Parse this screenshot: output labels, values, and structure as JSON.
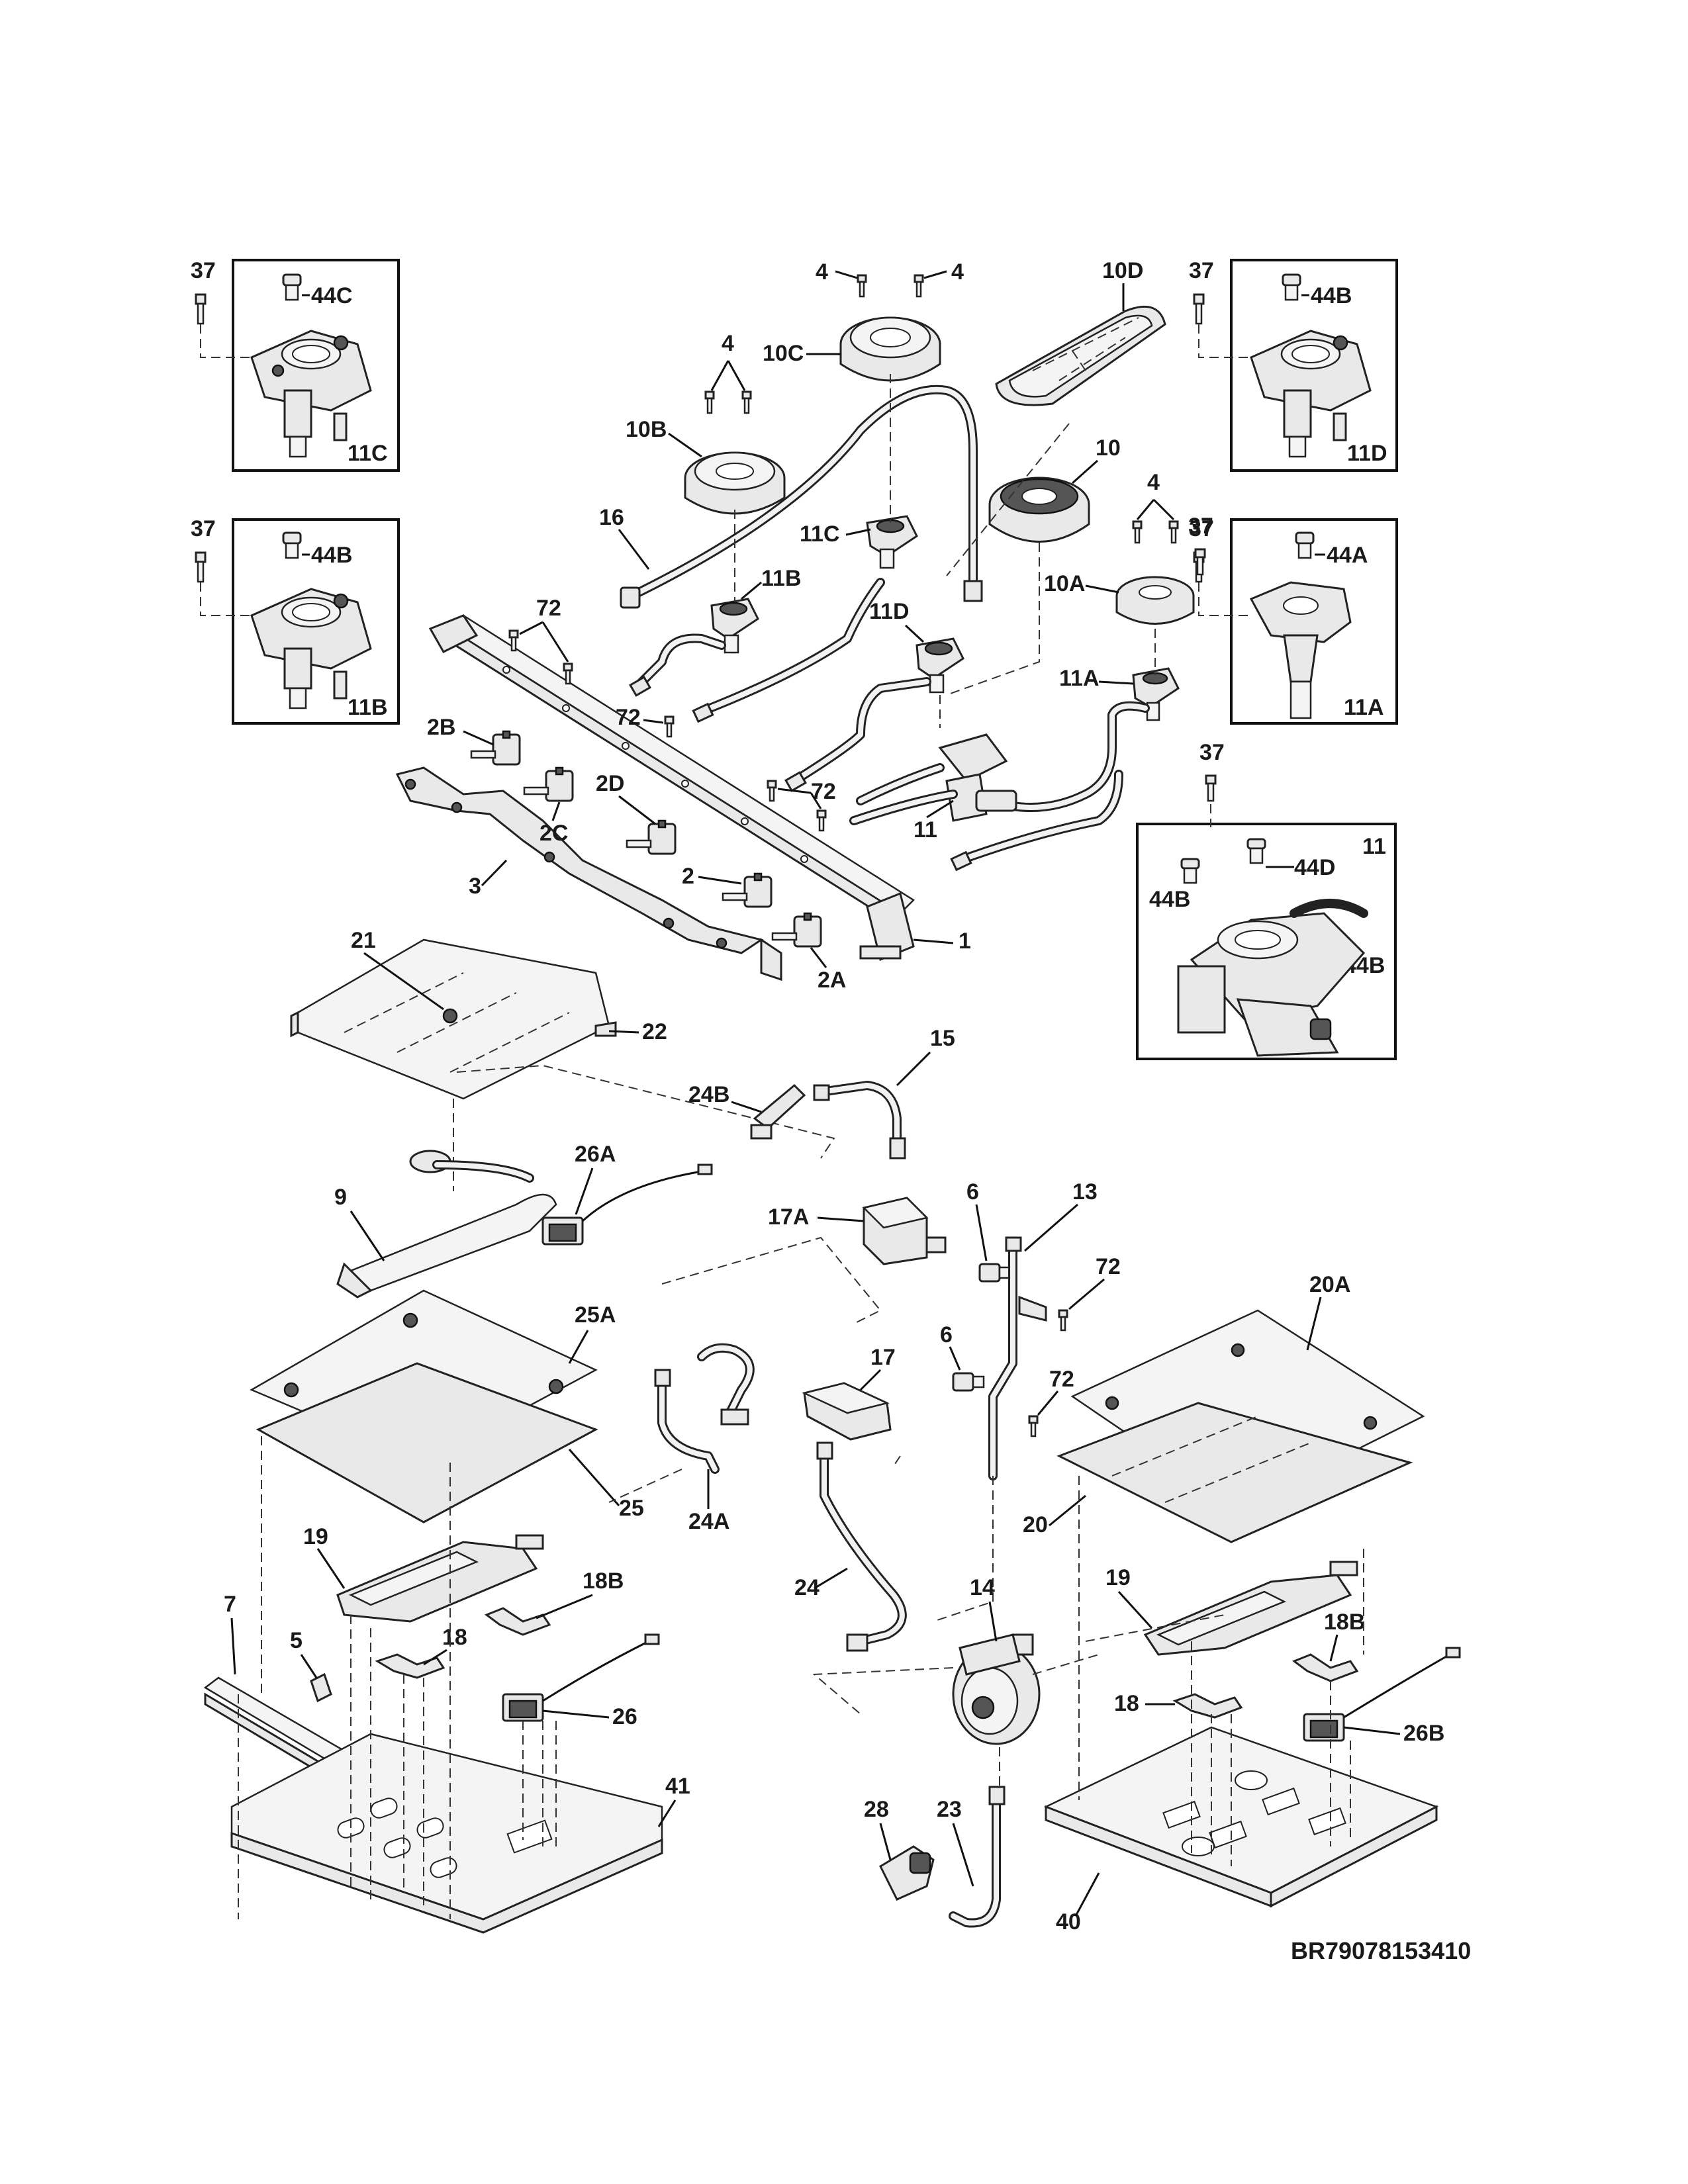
{
  "diagram_code": "BR79078153410",
  "labels": {
    "l_4a": "4",
    "l_4b": "4",
    "l_10d": "10D",
    "l_10c": "10C",
    "l_4c": "4",
    "l_10b": "10B",
    "l_10": "10",
    "l_16": "16",
    "l_11c": "11C",
    "l_11b": "11B",
    "l_11d": "11D",
    "l_4d": "4",
    "l_37e": "37",
    "l_10a": "10A",
    "l_11a": "11A",
    "l_72a": "72",
    "l_72b": "72",
    "l_72c": "72",
    "l_2b": "2B",
    "l_2c": "2C",
    "l_2d": "2D",
    "l_2": "2",
    "l_2a": "2A",
    "l_3": "3",
    "l_1": "1",
    "l_11": "11",
    "l_37f": "37",
    "l_21": "21",
    "l_22": "22",
    "l_15": "15",
    "l_24b": "24B",
    "l_26a": "26A",
    "l_9": "9",
    "l_17a": "17A",
    "l_6a": "6",
    "l_13": "13",
    "l_72d": "72",
    "l_20a": "20A",
    "l_25a": "25A",
    "l_6b": "6",
    "l_17": "17",
    "l_72e": "72",
    "l_24a": "24A",
    "l_25": "25",
    "l_20": "20",
    "l_24": "24",
    "l_19a": "19",
    "l_18b1": "18B",
    "l_14": "14",
    "l_19b": "19",
    "l_18b2": "18B",
    "l_7": "7",
    "l_5": "5",
    "l_18a": "18",
    "l_26": "26",
    "l_18c": "18",
    "l_26b": "26B",
    "l_41": "41",
    "l_28": "28",
    "l_23": "23",
    "l_40": "40"
  },
  "insets": {
    "inset_11c": {
      "screw": "37",
      "cap": "44C",
      "title": "11C"
    },
    "inset_11d": {
      "screw": "37",
      "cap": "44B",
      "title": "11D"
    },
    "inset_11b": {
      "screw": "37",
      "cap": "44B",
      "title": "11B"
    },
    "inset_11a": {
      "screw": "37",
      "cap": "44A",
      "title": "11A"
    },
    "inset_11": {
      "title": "11",
      "cap1": "44B",
      "cap2": "44D",
      "cap3": "44B"
    }
  }
}
